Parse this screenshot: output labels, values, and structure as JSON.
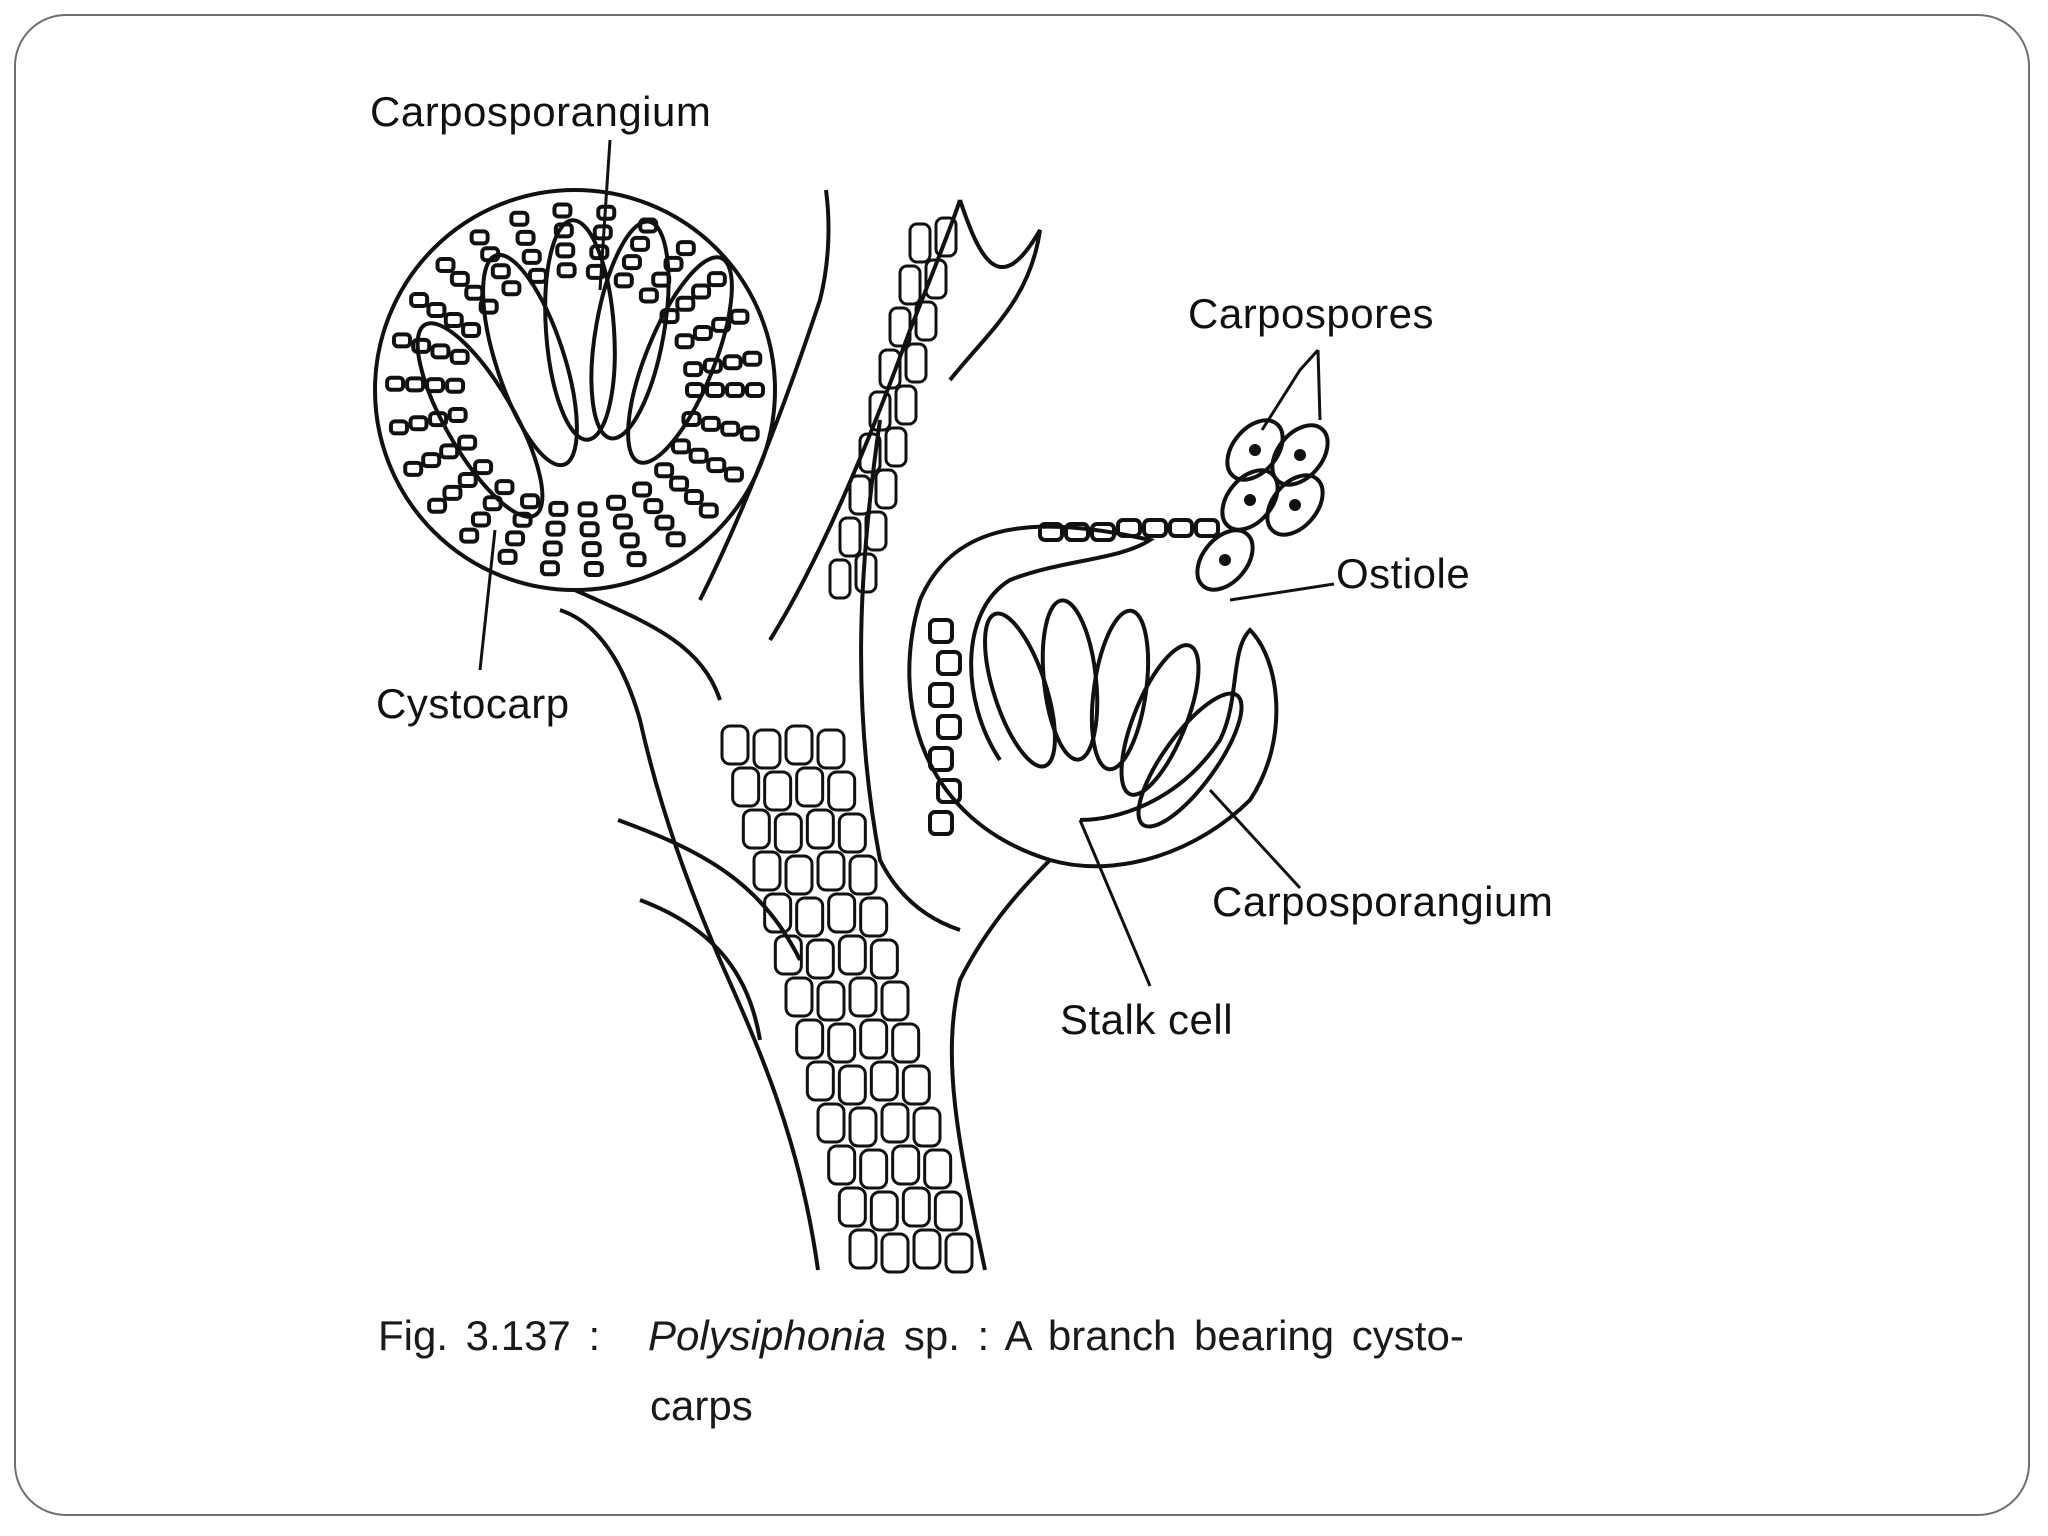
{
  "diagram": {
    "labels": {
      "carposporangium_top": "Carposporangium",
      "cystocarp": "Cystocarp",
      "carpospores": "Carpospores",
      "ostiole": "Ostiole",
      "carposporangium_right": "Carposporangium",
      "stalk_cell": "Stalk cell"
    },
    "caption": {
      "number": "Fig. 3.137 :",
      "genus": "Polysiphonia",
      "rest": "sp. : A branch bearing cysto-",
      "line2": "carps"
    }
  },
  "colors": {
    "ink": "#111111",
    "frame": "#6f6f6f",
    "background": "#ffffff"
  }
}
